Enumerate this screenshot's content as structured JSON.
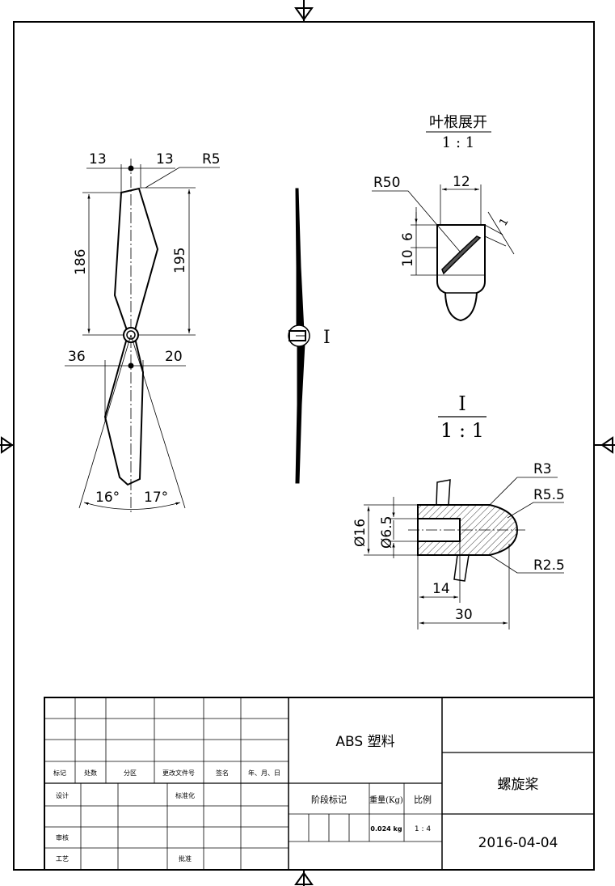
{
  "drawing": {
    "material": "ABS 塑料",
    "part_name": "螺旋桨",
    "date": "2016-04-04",
    "weight_value": "0.024 kg",
    "scale_value": "1 : 4"
  },
  "front_view": {
    "dim_top_left": "13",
    "dim_top_right": "13",
    "dim_r5": "R5",
    "dim_186": "186",
    "dim_195": "195",
    "dim_36": "36",
    "dim_20": "20",
    "angle_left": "16°",
    "angle_right": "17°"
  },
  "side_view": {
    "detail_marker": "I"
  },
  "blade_root": {
    "title": "叶根展开",
    "scale": "1 : 1",
    "dim_r50": "R50",
    "dim_12": "12",
    "dim_6": "6",
    "dim_10": "10",
    "dim_1": "1"
  },
  "detail_i": {
    "title": "I",
    "scale": "1 : 1",
    "dim_r3": "R3",
    "dim_r55": "R5.5",
    "dim_r25": "R2.5",
    "dim_d16": "Ø16",
    "dim_d65": "Ø6.5",
    "dim_14": "14",
    "dim_30": "30"
  },
  "title_block": {
    "rev_labels": [
      "标记",
      "处数",
      "分区",
      "更改文件号",
      "签名",
      "年、月、日"
    ],
    "design": "设计",
    "standardize": "标准化",
    "review": "审核",
    "process": "工艺",
    "approve": "批准",
    "stage_mark": "阶段标记",
    "weight_label": "重量(Kg)",
    "scale_label": "比例"
  }
}
